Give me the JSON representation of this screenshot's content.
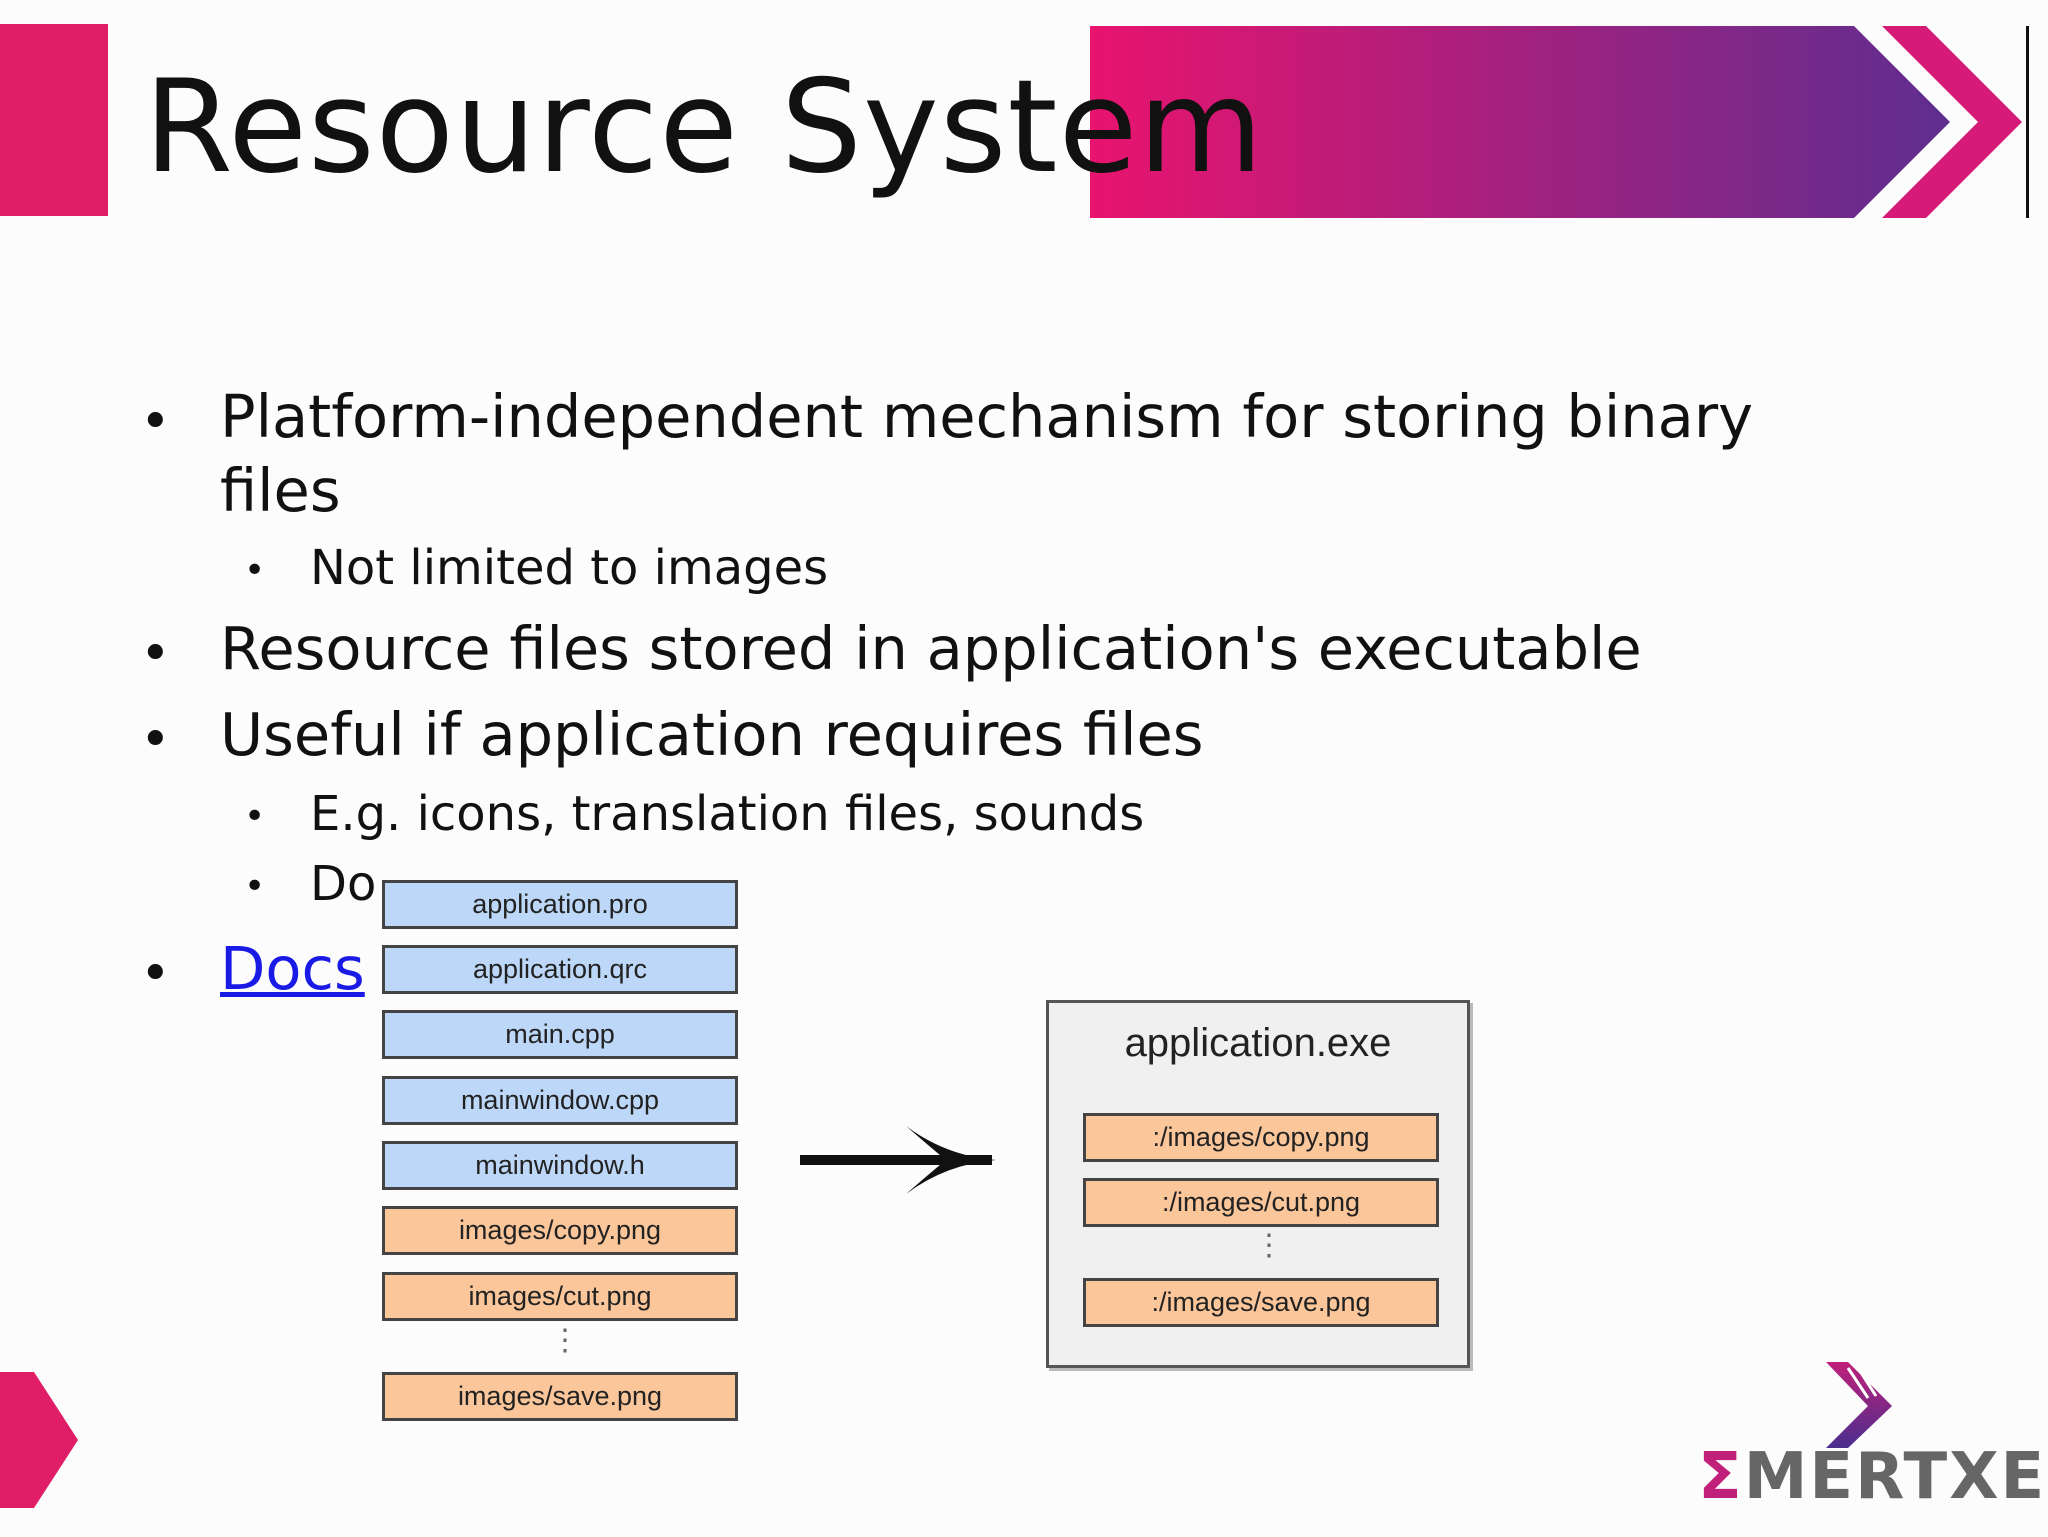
{
  "title": "Resource System",
  "bullets": {
    "b1": "Platform-independent mechanism for storing binary",
    "b1_cont": "files",
    "b1_sub1": "Not limited to images",
    "b2": "Resource files stored in application's executable",
    "b3": "Useful if application requires files",
    "b3_sub1": "E.g. icons, translation files, sounds",
    "b3_sub2": "Do",
    "b4_link": "Docs"
  },
  "bullet_glyph": "•",
  "diagram": {
    "source_files": [
      "application.pro",
      "application.qrc",
      "main.cpp",
      "mainwindow.cpp",
      "mainwindow.h",
      "images/copy.png",
      "images/cut.png",
      "images/save.png"
    ],
    "exe_title": "application.exe",
    "exe_resources": [
      ":/images/copy.png",
      ":/images/cut.png",
      ":/images/save.png"
    ],
    "ellipsis": "⋮"
  },
  "logo": {
    "sigma": "Σ",
    "text": "MERTXE"
  },
  "colors": {
    "accent": "#e01e67",
    "purple": "#5a2e8e",
    "link": "#1a1ae6",
    "source_box": "#bcd7f7",
    "resource_box": "#fbc69a"
  }
}
